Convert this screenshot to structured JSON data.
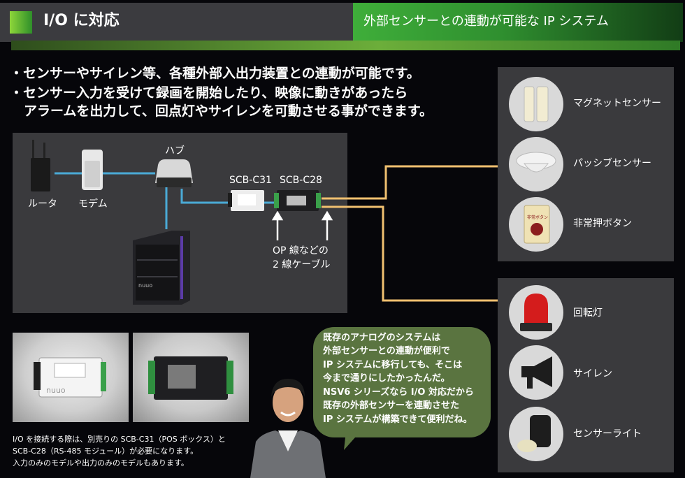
{
  "header": {
    "title": "I/O に対応",
    "subtitle": "外部センサーとの連動が可能な IP システム"
  },
  "bullets": [
    "・センサーやサイレン等、各種外部入出力装置との連動が可能です。",
    "・センサー入力を受けて録画を開始したり、映像に動きがあったら",
    "アラームを出力して、回点灯やサイレンを可動させる事ができます。"
  ],
  "diagram": {
    "router_label": "ルータ",
    "modem_label": "モデム",
    "hub_label": "ハブ",
    "scb_c31_label": "SCB-C31",
    "scb_c28_label": "SCB-C28",
    "cable_label_1": "OP 線などの",
    "cable_label_2": "2 線ケーブル",
    "nvr_brand": "nuuo"
  },
  "photo_brand": "nuuo",
  "notes": [
    "I/O を接続する際は、別売りの SCB-C31（POS ボックス）と",
    "SCB-C28（RS-485 モジュール）が必要になります。",
    "入力のみのモデルや出力のみのモデルもあります。"
  ],
  "bubble_lines": [
    "既存のアナログのシステムは",
    "外部センサーとの連動が便利で",
    "IP システムに移行しても、そこは",
    "今まで通りにしたかったんだ。",
    "NSV6 シリーズなら I/O 対応だから",
    "既存の外部センサーを連動させた",
    "IP システムが構築できて便利だね。"
  ],
  "inputs": [
    {
      "label": "マグネットセンサー",
      "icon": "magnet-sensor-icon"
    },
    {
      "label": "パッシブセンサー",
      "icon": "passive-sensor-icon"
    },
    {
      "label": "非常押ボタン",
      "icon": "emergency-button-icon",
      "button_text": "非常ボタン"
    }
  ],
  "outputs": [
    {
      "label": "回転灯",
      "icon": "rotating-light-icon"
    },
    {
      "label": "サイレン",
      "icon": "siren-icon"
    },
    {
      "label": "センサーライト",
      "icon": "sensor-light-icon"
    }
  ],
  "colors": {
    "accent_green": "#3fae3a",
    "link_blue": "#4aaad6",
    "io_wire": "#f0c070",
    "panel": "#3a3a3d",
    "bubble": "#5a7440"
  }
}
